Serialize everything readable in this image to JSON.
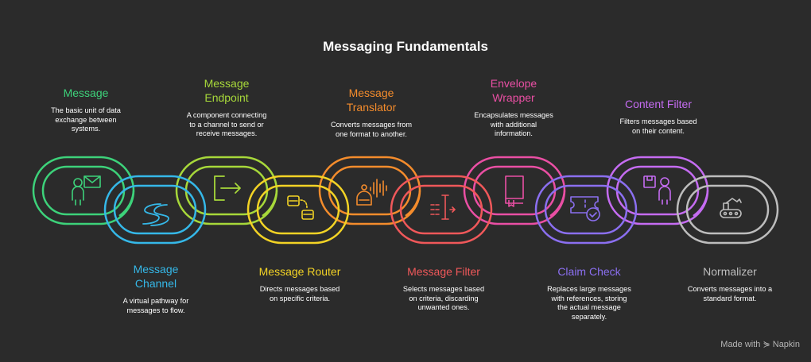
{
  "title": "Messaging Fundamentals",
  "colors": {
    "background": "#2b2b2b",
    "message": "#3dd27a",
    "channel": "#35b8e8",
    "endpoint": "#a7d83a",
    "router": "#f3d325",
    "translator": "#f48c2c",
    "filter": "#f0585a",
    "envelope": "#ea4fa4",
    "claim": "#8b6ff0",
    "content": "#c56cf2",
    "normalizer": "#bdbdbd"
  },
  "links": [
    {
      "id": "message",
      "title_lines": [
        "Message"
      ],
      "desc": "The basic unit of data\nexchange between\nsystems.",
      "icon": "person-with-envelope-icon",
      "position": "top"
    },
    {
      "id": "channel",
      "title_lines": [
        "Message",
        "Channel"
      ],
      "desc": "A virtual pathway for\nmessages to flow.",
      "icon": "winding-road-icon",
      "position": "bottom"
    },
    {
      "id": "endpoint",
      "title_lines": [
        "Message",
        "Endpoint"
      ],
      "desc": "A component connecting\nto a channel to send or\nreceive messages.",
      "icon": "exit-door-icon",
      "position": "top"
    },
    {
      "id": "router",
      "title_lines": [
        "Message Router"
      ],
      "desc": "Directs messages based\non specific criteria.",
      "icon": "vehicles-routing-icon",
      "position": "bottom"
    },
    {
      "id": "translator",
      "title_lines": [
        "Message",
        "Translator"
      ],
      "desc": "Converts messages from\none format to another.",
      "icon": "speaking-robot-icon",
      "position": "top"
    },
    {
      "id": "filter",
      "title_lines": [
        "Message Filter"
      ],
      "desc": "Selects messages based\non criteria, discarding\nunwanted ones.",
      "icon": "filter-icon",
      "position": "bottom"
    },
    {
      "id": "envelope",
      "title_lines": [
        "Envelope",
        "Wrapper"
      ],
      "desc": "Encapsulates messages\nwith additional\ninformation.",
      "icon": "book-icon",
      "position": "top"
    },
    {
      "id": "claim",
      "title_lines": [
        "Claim Check"
      ],
      "desc": "Replaces large messages\nwith references, storing\nthe actual message\nseparately.",
      "icon": "ticket-check-icon",
      "position": "bottom"
    },
    {
      "id": "content",
      "title_lines": [
        "Content Filter"
      ],
      "desc": "Filters messages based\non their content.",
      "icon": "person-with-box-icon",
      "position": "top"
    },
    {
      "id": "normalizer",
      "title_lines": [
        "Normalizer"
      ],
      "desc": "Converts messages into a\nstandard format.",
      "icon": "robot-arm-icon",
      "position": "bottom"
    }
  ],
  "watermark": "Made with ⋟ Napkin"
}
